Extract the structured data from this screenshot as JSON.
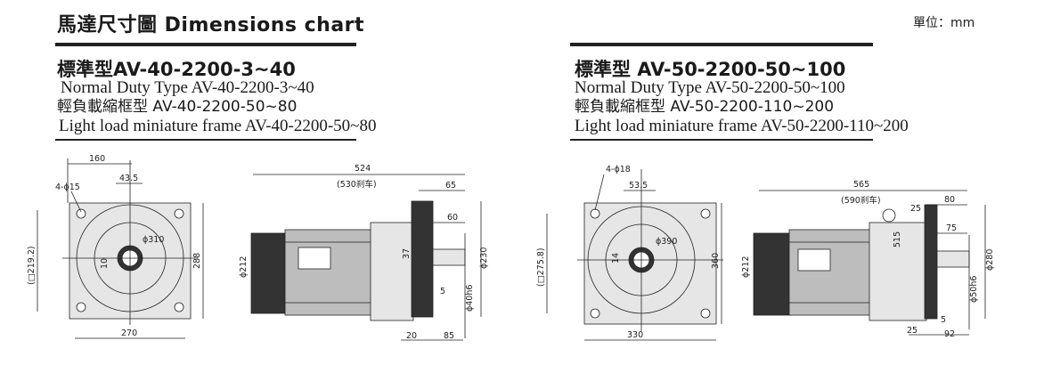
{
  "header": {
    "title": "馬達尺寸圖 Dimensions chart",
    "unit": "單位：mm"
  },
  "models": [
    {
      "heading": "標準型AV-40-2200-3~40",
      "normal_line": "Normal Duty Type   AV-40-2200-3~40",
      "light_zh": "輕負載縮框型  AV-40-2200-50~80",
      "light_en": "Light load miniature frame  AV-40-2200-50~80",
      "front": {
        "width": "160",
        "hole": "4-ϕ15",
        "offset": "43.5",
        "pcd": "ϕ310",
        "key": "10",
        "square": "(□219.2)",
        "height": "288",
        "base": "270"
      },
      "side": {
        "length": "524",
        "brake": "(530刹车)",
        "d65": "65",
        "d60": "60",
        "d37": "37",
        "d5": "5",
        "d212": "ϕ212",
        "d230": "ϕ230",
        "shaft": "ϕ40h6",
        "d20": "20",
        "d85": "85"
      }
    },
    {
      "heading": "標準型 AV-50-2200-50~100",
      "normal_line": "Normal Duty Type   AV-50-2200-50~100",
      "light_zh": "輕負載縮框型  AV-50-2200-110~200",
      "light_en": "Light load miniature frame  AV-50-2200-110~200",
      "front": {
        "width": "",
        "hole": "4-ϕ18",
        "offset": "53.5",
        "pcd": "ϕ390",
        "key": "14",
        "square": "(□275.8)",
        "height": "360",
        "base": "330"
      },
      "side": {
        "length": "565",
        "brake": "(590刹车)",
        "d80": "80",
        "d25a": "25",
        "d75": "75",
        "d515": "515",
        "d212": "ϕ212",
        "d280": "ϕ280",
        "shaft": "ϕ50h6",
        "d5": "5",
        "d25b": "25",
        "d92": "92"
      }
    }
  ]
}
